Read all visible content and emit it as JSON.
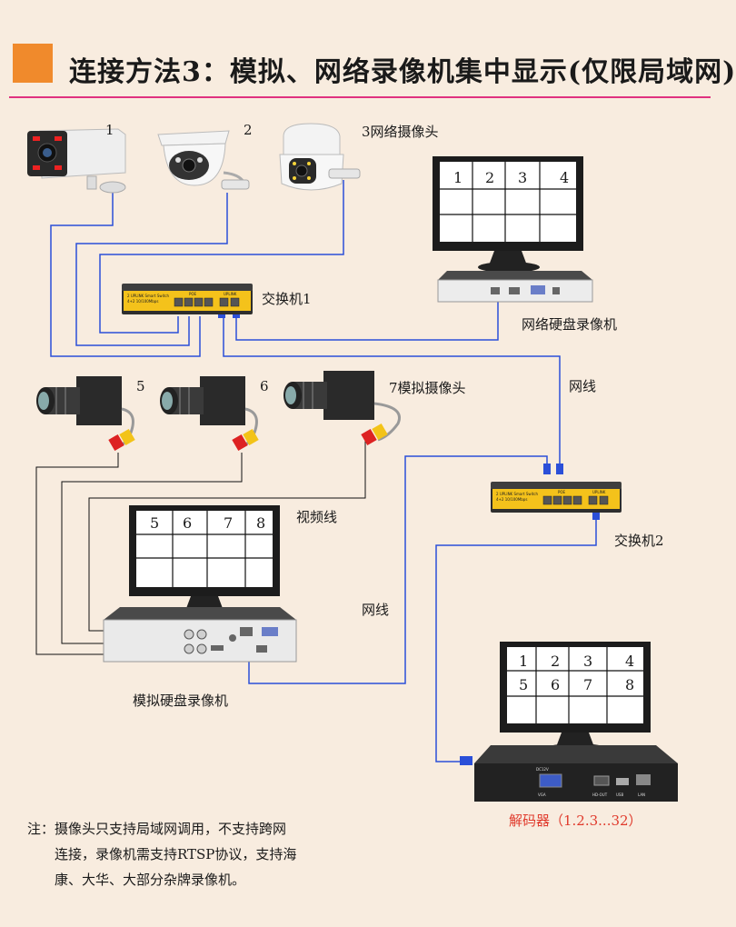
{
  "header": {
    "title": "连接方法3：模拟、网络录像机集中显示(仅限局域网)",
    "accent_color": "#f08a2c",
    "rule_color": "#e0317f"
  },
  "ip_cameras": {
    "cam1_label": "1",
    "cam2_label": "2",
    "cam3_label": "3网络摄像头"
  },
  "switch1": {
    "label": "交换机1",
    "panel_text_1": "2 UPLINK Smart Switch",
    "panel_text_2": "4+2 10/100Mbps",
    "poe_text": "POE",
    "uplink_text": "UPLINK"
  },
  "nvr_monitor": {
    "cells": [
      "1",
      "2",
      "3",
      "4"
    ]
  },
  "nvr": {
    "label": "网络硬盘录像机"
  },
  "network_cable_1": "网线",
  "analog_cameras": {
    "cam5_label": "5",
    "cam6_label": "6",
    "cam7_label": "7模拟摄像头"
  },
  "video_cable": "视频线",
  "dvr_monitor": {
    "cells": [
      "5",
      "6",
      "7",
      "8"
    ]
  },
  "dvr": {
    "label": "模拟硬盘录像机"
  },
  "switch2": {
    "label": "交换机2",
    "panel_text_1": "2 UPLINK Smart Switch",
    "panel_text_2": "4+2 10/100Mbps",
    "poe_text": "POE",
    "uplink_text": "UPLINK"
  },
  "network_cable_2": "网线",
  "decoder_monitor": {
    "cells": [
      "1",
      "2",
      "3",
      "4",
      "5",
      "6",
      "7",
      "8"
    ]
  },
  "decoder": {
    "label": "解码器（1.2.3...32）",
    "label_color": "#e03a2c",
    "port_labels": [
      "DC12V",
      "VGA",
      "HD-OUT",
      "USB",
      "LAN"
    ]
  },
  "note": {
    "line1": "注：摄像头只支持局域网调用，不支持跨网",
    "line2": "连接，录像机需支持RTSP协议，支持海",
    "line3": "康、大华、大部分杂牌录像机。"
  },
  "colors": {
    "wire_blue": "#2b4fd8",
    "wire_black": "#111111",
    "background": "#f8ecdf"
  }
}
